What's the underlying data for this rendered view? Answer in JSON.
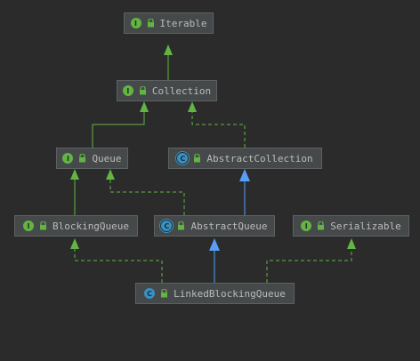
{
  "colors": {
    "background": "#2b2b2b",
    "node_fill": "#45494a",
    "node_border": "#5e6163",
    "text": "#bbbbbb",
    "interface_badge": "#62b543",
    "class_badge": "#3592c4",
    "interface_edge": "#62b543",
    "class_edge": "#589df6"
  },
  "nodes": {
    "iterable": {
      "label": "Iterable",
      "badge": "I",
      "kind": "interface"
    },
    "collection": {
      "label": "Collection",
      "badge": "I",
      "kind": "interface"
    },
    "queue": {
      "label": "Queue",
      "badge": "I",
      "kind": "interface"
    },
    "abstract_collection": {
      "label": "AbstractCollection",
      "badge": "C",
      "kind": "abstract-class"
    },
    "blocking_queue": {
      "label": "BlockingQueue",
      "badge": "I",
      "kind": "interface"
    },
    "abstract_queue": {
      "label": "AbstractQueue",
      "badge": "C",
      "kind": "abstract-class"
    },
    "serializable": {
      "label": "Serializable",
      "badge": "I",
      "kind": "interface"
    },
    "linked_blocking_queue": {
      "label": "LinkedBlockingQueue",
      "badge": "C",
      "kind": "class"
    }
  },
  "edges": [
    {
      "from": "collection",
      "to": "iterable",
      "relation": "extends",
      "style": "solid",
      "color": "green"
    },
    {
      "from": "queue",
      "to": "collection",
      "relation": "extends",
      "style": "solid",
      "color": "green"
    },
    {
      "from": "abstract_collection",
      "to": "collection",
      "relation": "implements",
      "style": "dashed",
      "color": "green"
    },
    {
      "from": "blocking_queue",
      "to": "queue",
      "relation": "extends",
      "style": "solid",
      "color": "green"
    },
    {
      "from": "abstract_queue",
      "to": "queue",
      "relation": "implements",
      "style": "dashed",
      "color": "green"
    },
    {
      "from": "abstract_queue",
      "to": "abstract_collection",
      "relation": "extends",
      "style": "solid",
      "color": "blue"
    },
    {
      "from": "linked_blocking_queue",
      "to": "blocking_queue",
      "relation": "implements",
      "style": "dashed",
      "color": "green"
    },
    {
      "from": "linked_blocking_queue",
      "to": "abstract_queue",
      "relation": "extends",
      "style": "solid",
      "color": "blue"
    },
    {
      "from": "linked_blocking_queue",
      "to": "serializable",
      "relation": "implements",
      "style": "dashed",
      "color": "green"
    }
  ]
}
